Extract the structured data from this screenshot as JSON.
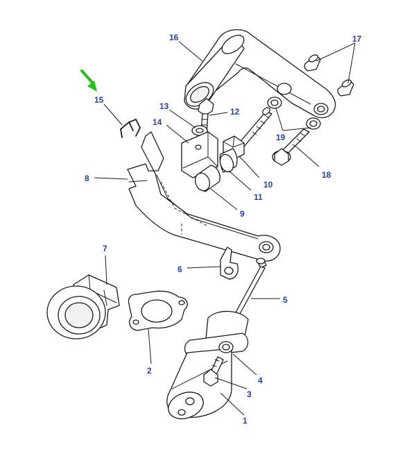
{
  "diagram": {
    "label_color": "#1f3fbf",
    "pointer_color": "#22c21a",
    "callouts": [
      {
        "id": "1",
        "text": "1"
      },
      {
        "id": "2",
        "text": "2"
      },
      {
        "id": "3",
        "text": "3"
      },
      {
        "id": "4",
        "text": "4"
      },
      {
        "id": "5",
        "text": "5"
      },
      {
        "id": "6",
        "text": "6"
      },
      {
        "id": "7",
        "text": "7"
      },
      {
        "id": "8",
        "text": "8"
      },
      {
        "id": "9",
        "text": "9"
      },
      {
        "id": "10",
        "text": "10"
      },
      {
        "id": "11",
        "text": "11"
      },
      {
        "id": "12",
        "text": "12"
      },
      {
        "id": "13",
        "text": "13"
      },
      {
        "id": "14",
        "text": "14"
      },
      {
        "id": "15",
        "text": "15"
      },
      {
        "id": "16",
        "text": "16"
      },
      {
        "id": "17",
        "text": "17"
      },
      {
        "id": "18",
        "text": "18"
      },
      {
        "id": "19",
        "text": "19"
      }
    ]
  }
}
